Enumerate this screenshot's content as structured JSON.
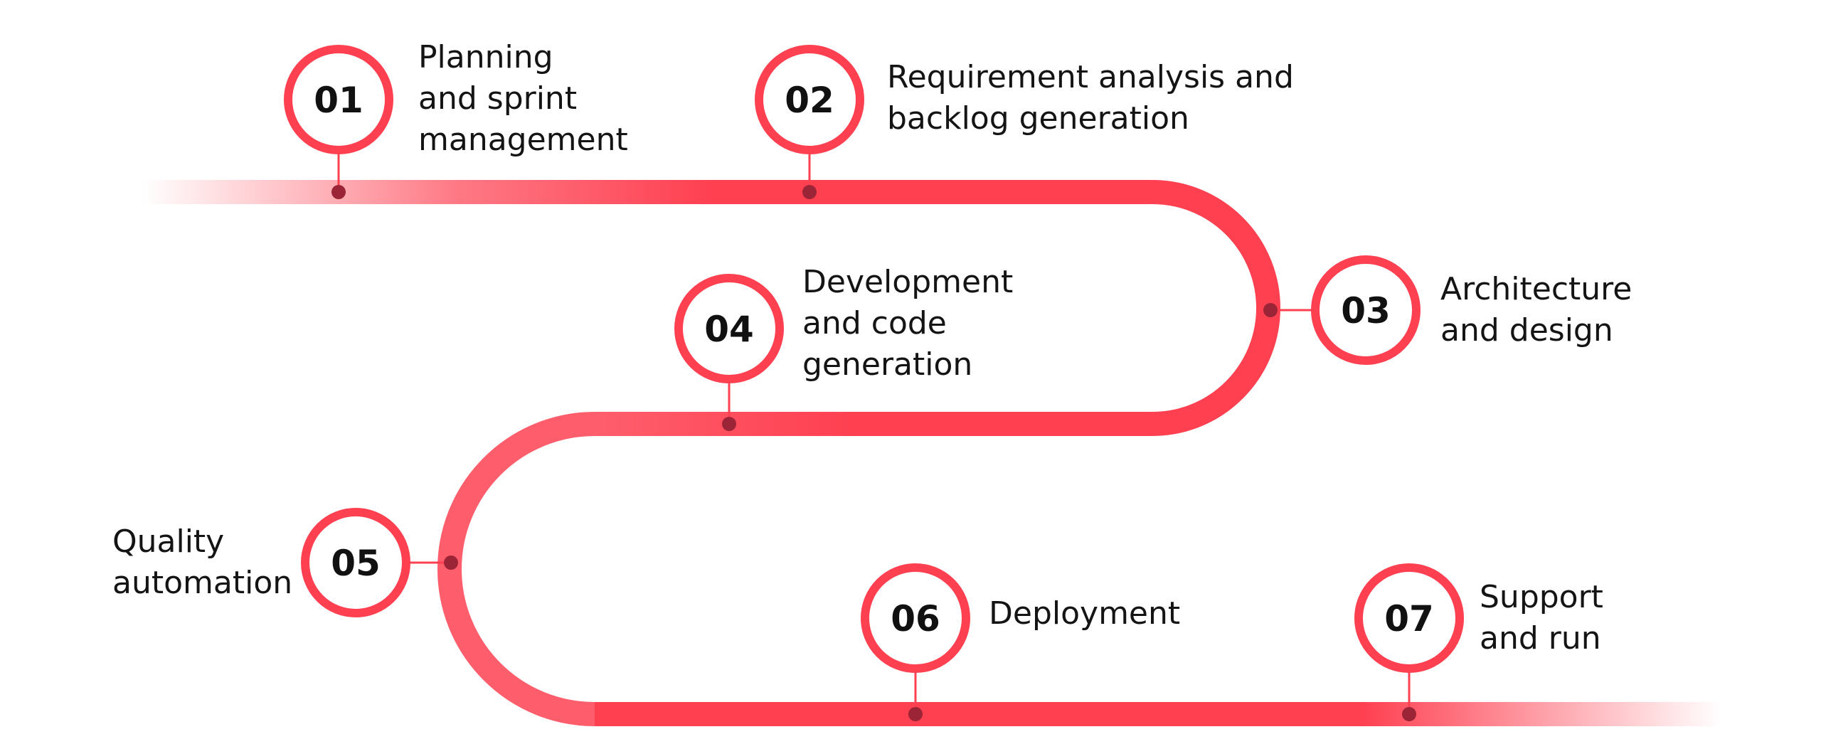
{
  "diagram": {
    "accent": "#fe4051",
    "dot_color": "#9b2436",
    "steps": [
      {
        "number": "01",
        "lines": [
          "Planning",
          "and sprint",
          "management"
        ]
      },
      {
        "number": "02",
        "lines": [
          "Requirement analysis and",
          "backlog generation"
        ]
      },
      {
        "number": "03",
        "lines": [
          "Architecture",
          "and design"
        ]
      },
      {
        "number": "04",
        "lines": [
          "Development",
          "and code",
          "generation"
        ]
      },
      {
        "number": "05",
        "lines": [
          "Quality",
          "automation"
        ]
      },
      {
        "number": "06",
        "lines": [
          "Deployment"
        ]
      },
      {
        "number": "07",
        "lines": [
          "Support",
          "and run"
        ]
      }
    ]
  }
}
